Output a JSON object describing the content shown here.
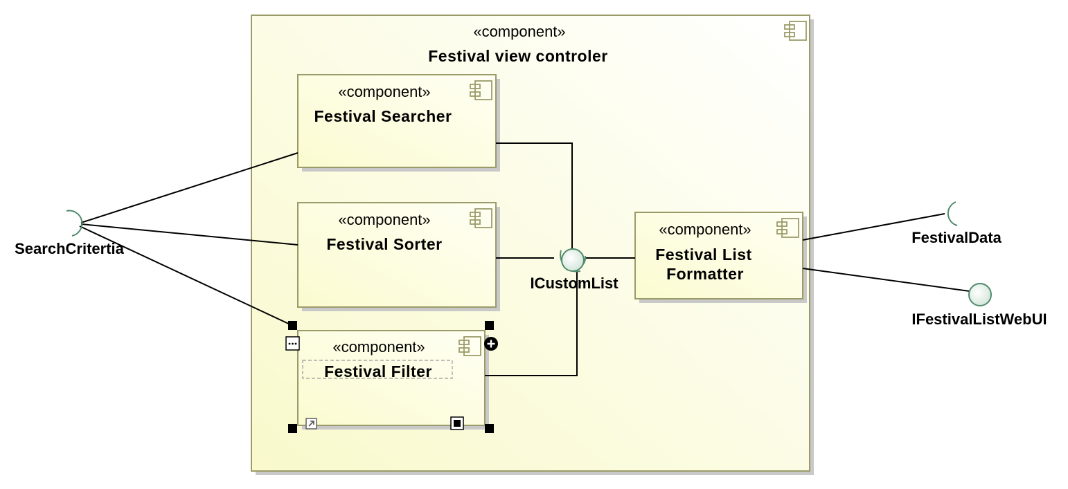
{
  "container": {
    "stereotype": "«component»",
    "name": "Festival view controler"
  },
  "components": {
    "searcher": {
      "stereotype": "«component»",
      "name": "Festival Searcher"
    },
    "sorter": {
      "stereotype": "«component»",
      "name": "Festival Sorter"
    },
    "filter": {
      "stereotype": "«component»",
      "name": "Festival Filter"
    },
    "formatter": {
      "stereotype": "«component»",
      "name_line1": "Festival List",
      "name_line2": "Formatter"
    }
  },
  "interfaces": {
    "search_criteria": "SearchCritertia",
    "custom_list": "ICustomList",
    "festival_data": "FestivalData",
    "web_ui": "IFestivalListWebUI"
  },
  "colors": {
    "component_fill": "#fdfdd8",
    "component_border": "#9b9b6a",
    "interface_stroke": "#4f8a6c"
  },
  "icons": [
    "component-icon",
    "ellipsis-icon",
    "plus-icon",
    "arrow-link-icon",
    "square-icon"
  ]
}
